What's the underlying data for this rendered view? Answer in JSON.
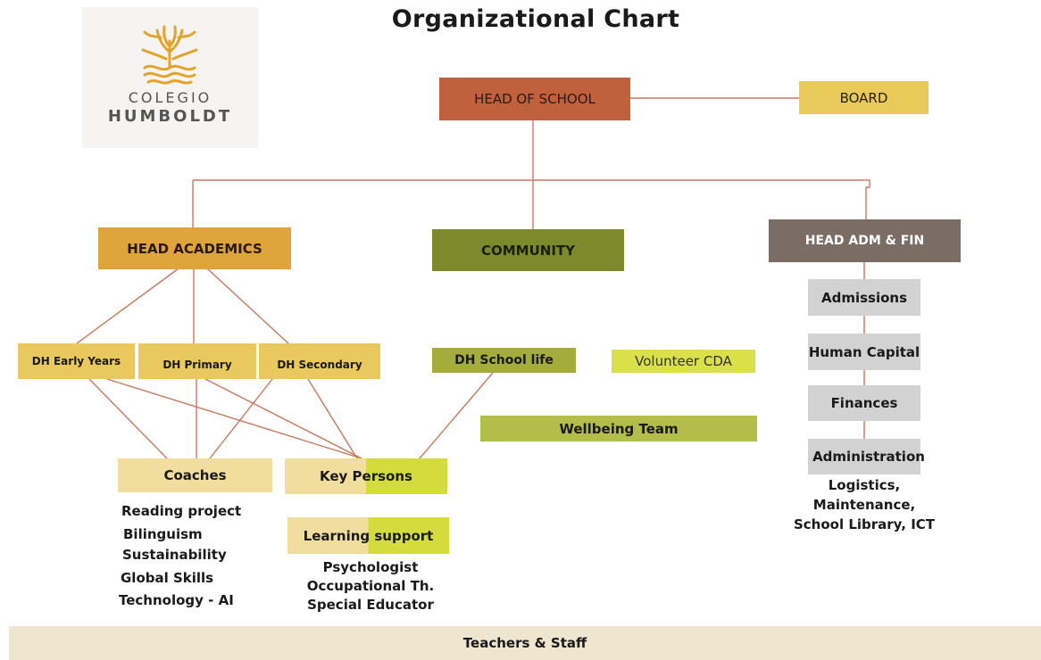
{
  "title": "Organizational Chart",
  "logo": {
    "line1": "COLEGIO",
    "line2": "HUMBOLDT"
  },
  "nodes": {
    "head_of_school": "HEAD OF SCHOOL",
    "board": "BOARD",
    "head_academics": "HEAD ACADEMICS",
    "community": "COMMUNITY",
    "head_adm_fin": "HEAD ADM & FIN",
    "dh_early_years": "DH Early Years",
    "dh_primary": "DH Primary",
    "dh_secondary": "DH Secondary",
    "dh_school_life": "DH School life",
    "volunteer_cda": "Volunteer CDA",
    "wellbeing_team": "Wellbeing Team",
    "coaches": "Coaches",
    "key_persons": "Key Persons",
    "learning_support": "Learning support",
    "admissions": "Admissions",
    "human_capital": "Human Capital",
    "finances": "Finances",
    "administration": "Administration",
    "teachers_staff": "Teachers & Staff"
  },
  "coaches_items": [
    "Reading project",
    "Bilinguism",
    "Sustainability",
    "Global Skills",
    "Technology - AI"
  ],
  "learning_support_items": [
    "Psychologist",
    "Occupational Th.",
    "Special Educator"
  ],
  "administration_items": [
    "Logistics,",
    "Maintenance,",
    "School Library, ICT"
  ],
  "colors": {
    "head_of_school": "#c0603c",
    "board": "#e8c95a",
    "head_academics": "#dfa43c",
    "community": "#7d8a2c",
    "head_adm_fin": "#7b6d63",
    "dh_boxes": "#e9c85e",
    "dh_school_life": "#a4ad3c",
    "volunteer_cda": "#dae04a",
    "wellbeing_team": "#b3bd4a",
    "coaches": "#f1de9e",
    "key_persons_left": "#f1de9e",
    "key_persons_right": "#d3dc3c",
    "adm_boxes": "#d2d2d2",
    "footer": "#efe6d0",
    "connector": "#c9795e"
  }
}
